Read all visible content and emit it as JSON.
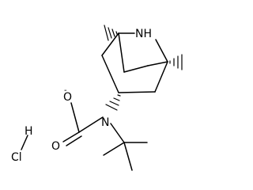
{
  "molecule": {
    "amine_label": "NH",
    "carbamate_n_label": "N",
    "carbonyl_o_label": "O",
    "alkoxide_o_label": "O",
    "charge_label": "-",
    "salt": {
      "hydrogen_label": "H",
      "chlorine_label": "Cl"
    }
  }
}
